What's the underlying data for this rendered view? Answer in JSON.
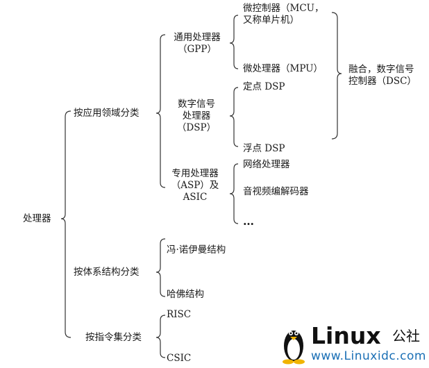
{
  "root": "处理器",
  "level1": {
    "application": "按应用领域分类",
    "architecture": "按体系结构分类",
    "instruction": "按指令集分类"
  },
  "gpp": {
    "line1": "通用处理器",
    "line2": "（GPP）"
  },
  "dsp": {
    "line1": "数字信号",
    "line2": "处理器",
    "line3": "（DSP）"
  },
  "asp": {
    "line1": "专用处理器",
    "line2": "（ASP）及",
    "line3": "ASIC"
  },
  "mcu": {
    "line1": "微控制器（MCU，",
    "line2": "又称单片机）"
  },
  "mpu": "微处理器（MPU）",
  "dsc": {
    "line1": "融合，数字信号",
    "line2": "控制器（DSC）"
  },
  "fixed_point": "定点 DSP",
  "floating_point": "浮点 DSP",
  "network": "网络处理器",
  "av_codec": "音视频编解码器",
  "ellipsis": "…",
  "von_neumann": "冯·诺伊曼结构",
  "harvard": "哈佛结构",
  "risc": "RISC",
  "csic": "CSIC",
  "watermark": {
    "brand": "Linux",
    "brand_cn": "公社",
    "url": "www.Linuxidc.com"
  }
}
